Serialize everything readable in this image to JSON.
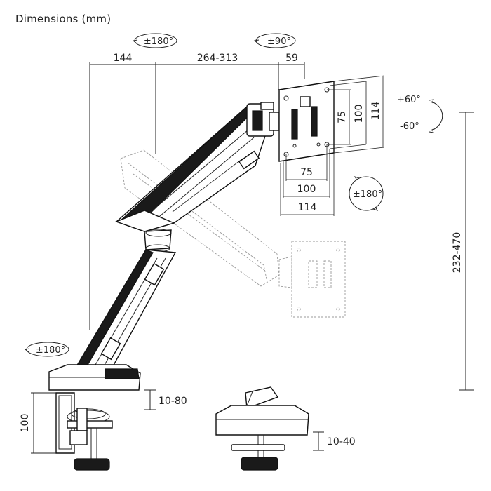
{
  "title": "Dimensions (mm)",
  "rotations": {
    "top_left": "±180°",
    "top_right": "±90°",
    "tilt_up": "+60°",
    "tilt_down": "-60°",
    "plate": "±180°",
    "base": "±180°"
  },
  "dimensions": {
    "reach_inner": "144",
    "reach_arm": "264-313",
    "reach_head": "59",
    "vesa_h_75": "75",
    "vesa_h_100": "100",
    "vesa_h_114": "114",
    "vesa_v_75": "75",
    "vesa_v_100": "100",
    "vesa_v_114": "114",
    "height_range": "232-470",
    "clamp_height": "100",
    "clamp_desk": "10-80",
    "grommet_desk": "10-40"
  }
}
